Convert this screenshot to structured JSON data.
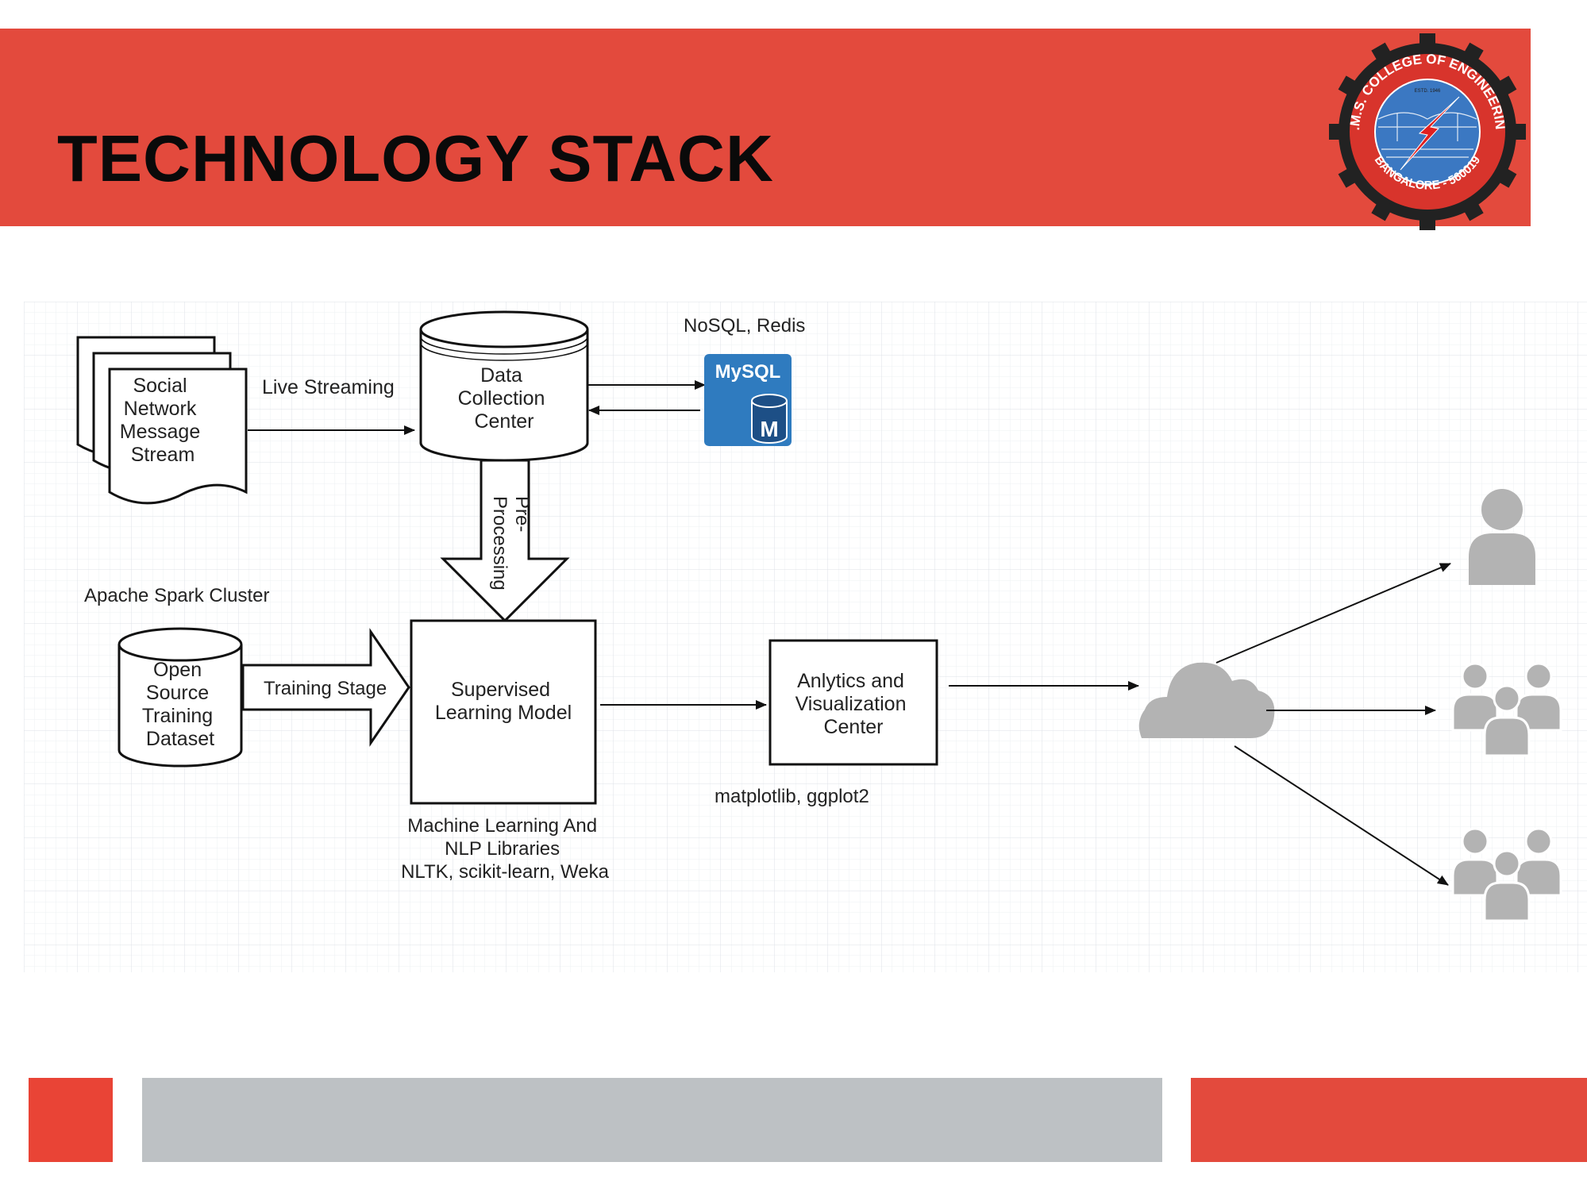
{
  "slide": {
    "title": "TECHNOLOGY STACK"
  },
  "logo": {
    "ring_top": "B.M.S. COLLEGE OF ENGINEERING",
    "ring_bottom": "BANGALORE - 560019",
    "estd": "ESTD. 1946"
  },
  "diagram": {
    "source": {
      "lines": [
        "Social",
        "Network",
        "Message",
        "Stream"
      ]
    },
    "live_streaming": "Live Streaming",
    "data_center": {
      "lines": [
        "Data",
        "Collection",
        "Center"
      ]
    },
    "db_label": "NoSQL, Redis",
    "mysql": {
      "title": "MySQL",
      "letter": "M"
    },
    "preprocessing": {
      "lines": [
        "Pre-",
        "Processing"
      ]
    },
    "spark_label": "Apache Spark Cluster",
    "dataset": {
      "lines": [
        "Open",
        "Source",
        "Training",
        "Dataset"
      ]
    },
    "training_stage": "Training Stage",
    "model": {
      "lines": [
        "Supervised",
        "Learning Model"
      ]
    },
    "libraries": {
      "lines": [
        "Machine Learning And",
        "NLP Libraries",
        "NLTK, scikit-learn, Weka"
      ]
    },
    "analytics": {
      "lines": [
        "Anlytics and",
        "Visualization",
        "Center"
      ]
    },
    "viz_label": "matplotlib, ggplot2"
  },
  "colors": {
    "header": "#e34a3d",
    "footer_left": "#e94436",
    "footer_mid": "#bdc1c4",
    "mysql_blue": "#2f7bbf",
    "icon_gray": "#b3b3b3"
  }
}
